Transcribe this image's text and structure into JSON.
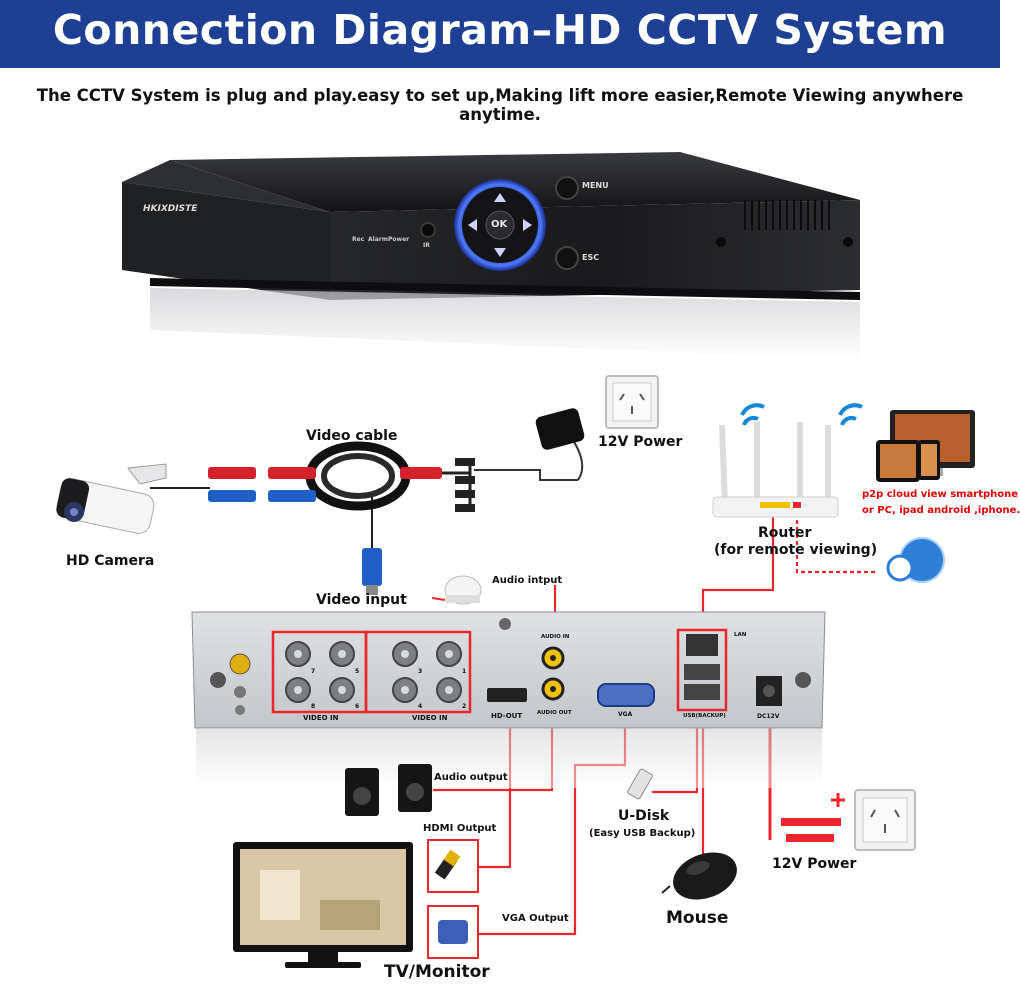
{
  "header": {
    "title": "Connection Diagram–HD CCTV System",
    "subtitle": "The CCTV System is plug and play.easy to set up,Making lift more easier,Remote Viewing anywhere anytime."
  },
  "dvr_front": {
    "brand": "HKIXDISTE",
    "indicators": [
      "Rec",
      "Alarm",
      "Power"
    ],
    "ir": "IR",
    "ok": "OK",
    "menu": "MENU",
    "esc": "ESC"
  },
  "dvr_back": {
    "video_in_left": "VIDEO IN",
    "video_in_right": "VIDEO IN",
    "bnc_left_numbers": [
      "7",
      "5",
      "8",
      "6"
    ],
    "bnc_right_numbers": [
      "3",
      "1",
      "4",
      "2"
    ],
    "audio_in": "AUDIO IN",
    "audio_out": "AUDIO OUT",
    "hd_out": "HD-OUT",
    "vga": "VGA",
    "lan": "LAN",
    "usb": "USB(BACKUP)",
    "dc": "DC12V"
  },
  "labels": {
    "video_cable": "Video cable",
    "power_top": "12V Power",
    "hd_camera": "HD Camera",
    "video_input": "Video input",
    "audio_input": "Audio intput",
    "router_line1": "Router",
    "router_line2": "(for remote viewing)",
    "p2p_line1": "p2p cloud  view smartphone",
    "p2p_line2": "or PC, ipad android ,iphone.",
    "audio_output": "Audio output",
    "hdmi_output": "HDMI Output",
    "vga_output": "VGA Output",
    "u_disk": "U-Disk",
    "u_disk_sub": "(Easy USB Backup)",
    "mouse": "Mouse",
    "power_bottom": "12V Power",
    "tv_monitor": "TV/Monitor"
  },
  "colors": {
    "banner": "#1d3f94",
    "wire": "#e8262b",
    "device": "#1b1b1d"
  }
}
